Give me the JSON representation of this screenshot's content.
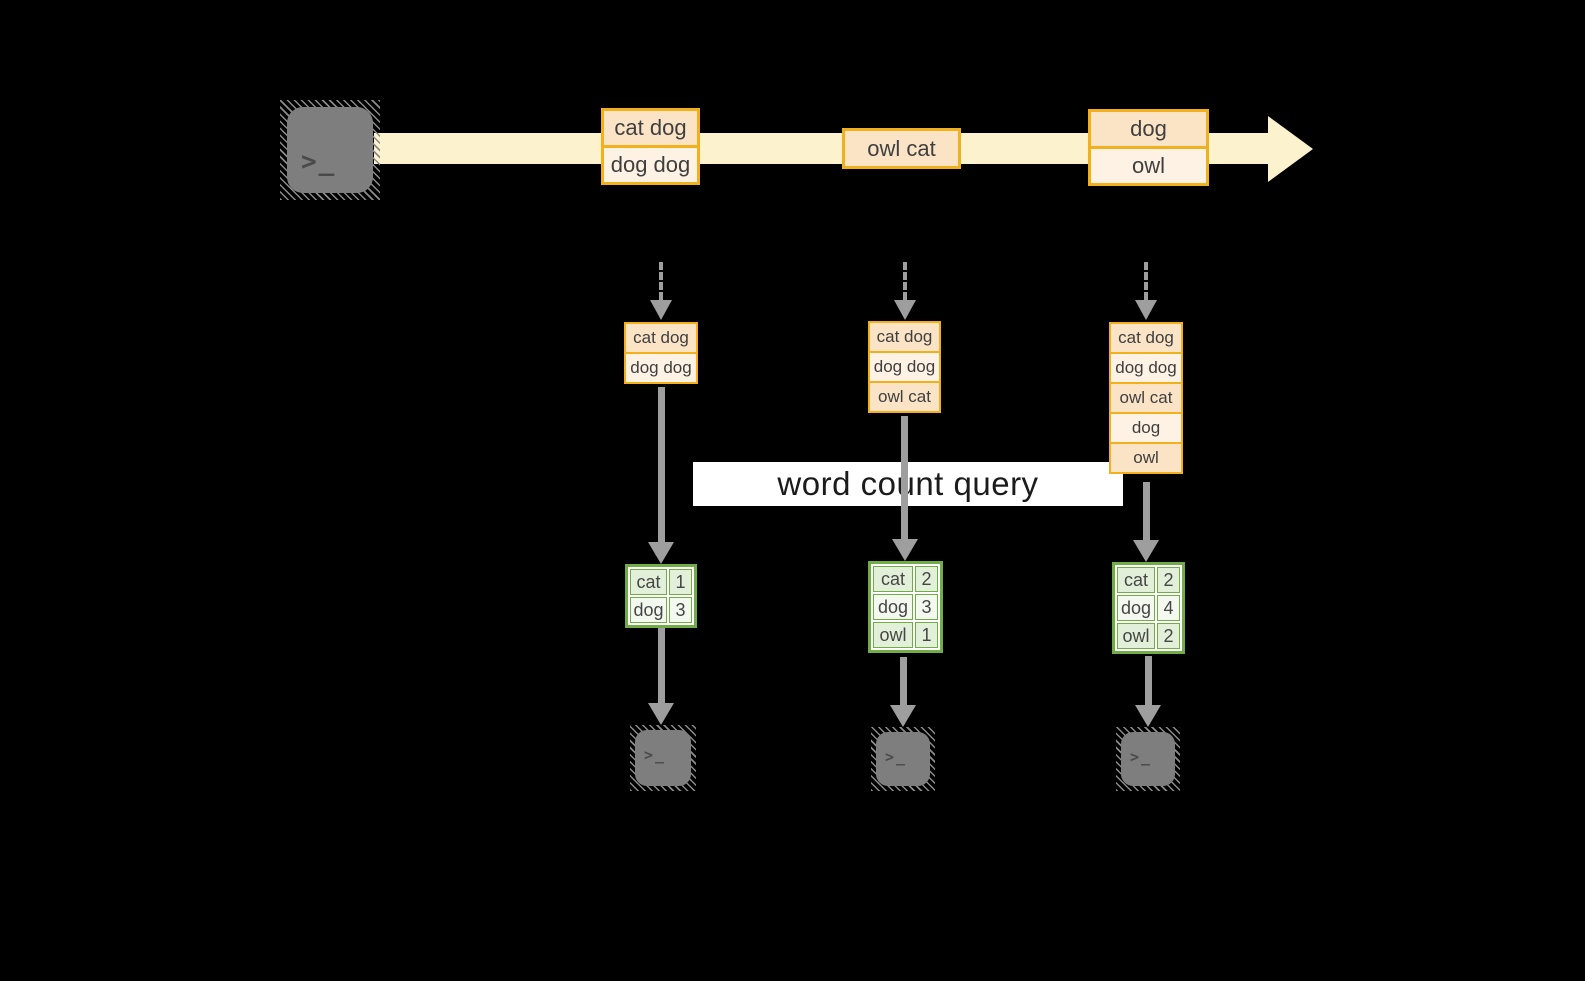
{
  "banner": {
    "label": "word count query"
  },
  "terminal_prompt": ">_",
  "stream": {
    "events": [
      [
        "cat dog",
        "dog dog"
      ],
      [
        "owl cat"
      ],
      [
        "dog",
        "owl"
      ]
    ]
  },
  "columns": [
    {
      "buffer": [
        "cat dog",
        "dog dog"
      ],
      "counts": [
        {
          "word": "cat",
          "count": "1"
        },
        {
          "word": "dog",
          "count": "3"
        }
      ]
    },
    {
      "buffer": [
        "cat dog",
        "dog dog",
        "owl cat"
      ],
      "counts": [
        {
          "word": "cat",
          "count": "2"
        },
        {
          "word": "dog",
          "count": "3"
        },
        {
          "word": "owl",
          "count": "1"
        }
      ]
    },
    {
      "buffer": [
        "cat dog",
        "dog dog",
        "owl cat",
        "dog",
        "owl"
      ],
      "counts": [
        {
          "word": "cat",
          "count": "2"
        },
        {
          "word": "dog",
          "count": "4"
        },
        {
          "word": "owl",
          "count": "2"
        }
      ]
    }
  ],
  "colors": {
    "bg": "#000000",
    "amber": "#F2B11C",
    "peach": "#FBE4C6",
    "cream": "#FDF2E3",
    "stream": "#FCF2CE",
    "green": "#70AD47",
    "cell_green": "#E2EFD9",
    "cell_light": "#F3F9EF",
    "arrow_gray": "#9E9E9E",
    "terminal_gray": "#7E7E7E",
    "glyph_gray": "#4A4A4A",
    "text_dark": "#3F3F3F",
    "banner_bg": "#FFFFFF",
    "banner_text": "#1B1B1B"
  }
}
